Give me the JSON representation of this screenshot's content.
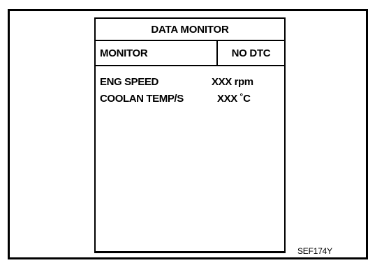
{
  "screen": {
    "title": "DATA MONITOR",
    "header": {
      "left": "MONITOR",
      "right": "NO DTC"
    },
    "items": [
      {
        "label": "ENG SPEED",
        "value": "XXX rpm"
      },
      {
        "label": "COOLAN TEMP/S",
        "value": "XXX ˚C"
      }
    ]
  },
  "figure_code": "SEF174Y"
}
